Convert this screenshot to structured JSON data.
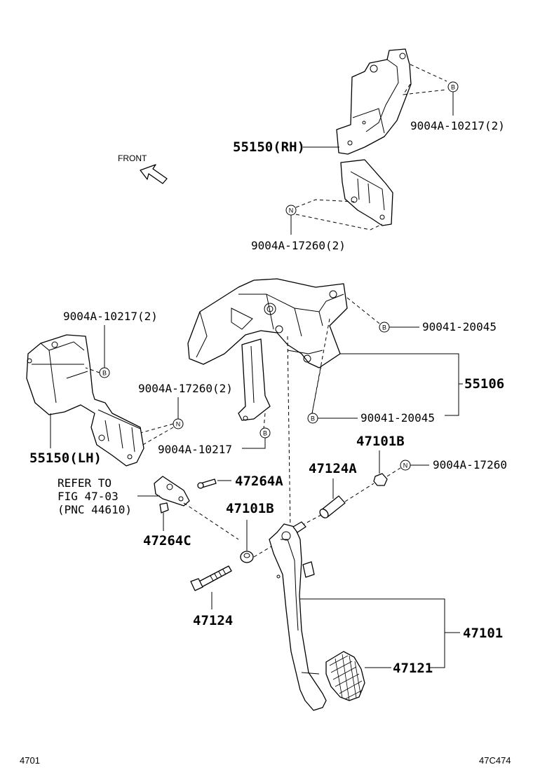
{
  "labels": {
    "front": "FRONT",
    "p55150_rh": "55150(RH)",
    "p9004a_10217_2_top": "9004A-10217(2)",
    "p9004a_17260_2_top": "9004A-17260(2)",
    "p9004a_10217_2_left": "9004A-10217(2)",
    "p90041_20045_a": "90041-20045",
    "p55106": "55106",
    "p9004a_17260_2_mid": "9004A-17260(2)",
    "p90041_20045_b": "90041-20045",
    "p9004a_10217": "9004A-10217",
    "p55150_lh": "55150(LH)",
    "p47101b_right": "47101B",
    "p9004a_17260": "9004A-17260",
    "refer_line1": "REFER TO",
    "refer_line2": "FIG 47-03",
    "refer_line3": "(PNC 44610)",
    "p47264a": "47264A",
    "p47124a": "47124A",
    "p47101b_left": "47101B",
    "p47264c": "47264C",
    "p47124": "47124",
    "p47101": "47101",
    "p47121": "47121"
  },
  "callouts": {
    "b": "B",
    "n": "N"
  },
  "footer": {
    "left": "4701",
    "right": "47C474"
  }
}
